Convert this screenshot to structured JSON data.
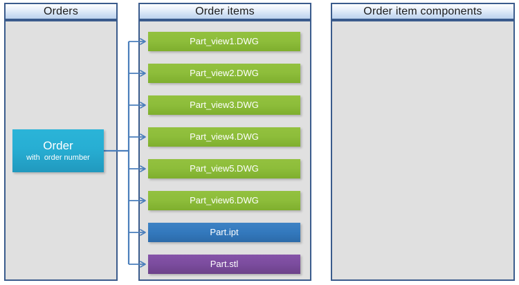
{
  "panels": [
    {
      "id": "orders",
      "title": "Orders"
    },
    {
      "id": "order_items",
      "title": "Order items"
    },
    {
      "id": "components",
      "title": "Order item components"
    }
  ],
  "order_node": {
    "title": "Order",
    "subtitle": "with  order number",
    "color": "#27AED3"
  },
  "order_items": [
    {
      "label": "Part_view1.DWG",
      "color": "#8DBD3A",
      "type": "dwg"
    },
    {
      "label": "Part_view2.DWG",
      "color": "#8DBD3A",
      "type": "dwg"
    },
    {
      "label": "Part_view3.DWG",
      "color": "#8DBD3A",
      "type": "dwg"
    },
    {
      "label": "Part_view4.DWG",
      "color": "#8DBD3A",
      "type": "dwg"
    },
    {
      "label": "Part_view5.DWG",
      "color": "#8DBD3A",
      "type": "dwg"
    },
    {
      "label": "Part_view6.DWG",
      "color": "#8DBD3A",
      "type": "dwg"
    },
    {
      "label": "Part.ipt",
      "color": "#3379BD",
      "type": "ipt"
    },
    {
      "label": "Part.stl",
      "color": "#7B4C9E",
      "type": "stl"
    }
  ],
  "components": [],
  "theme": {
    "panel_border": "#3A5B8C",
    "panel_background": "#E0E0E0",
    "header_gradient_top": "#FDFEFF",
    "header_gradient_bottom": "#BCD3EE",
    "connector_color": "#4A7EBB"
  }
}
